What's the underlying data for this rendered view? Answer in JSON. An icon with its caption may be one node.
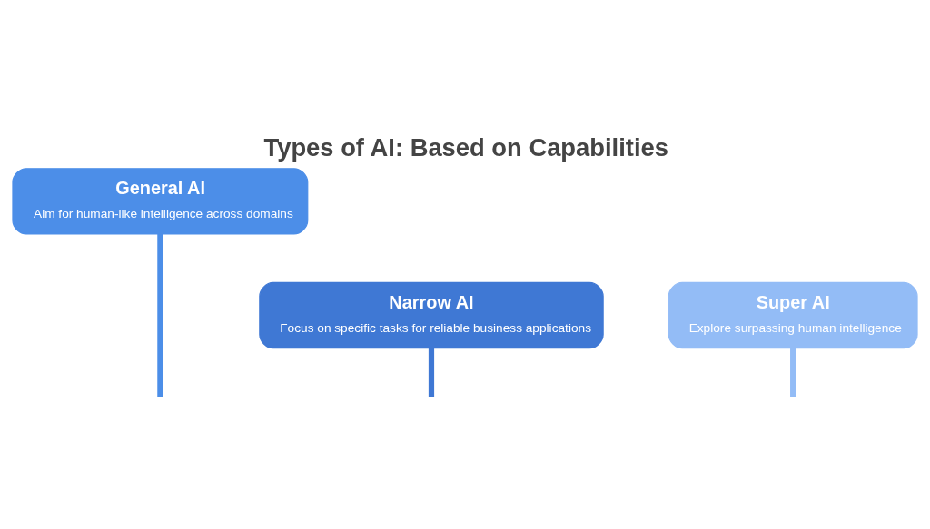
{
  "diagram": {
    "title": "Types of AI: Based on Capabilities",
    "nodes": [
      {
        "text": [
          "General AI",
          "Aim for human-like intelligence across domains"
        ]
      },
      {
        "text": [
          "Narrow AI",
          "Focus on specific tasks for reliable business applications"
        ]
      },
      {
        "text": [
          "Super AI",
          "Explore surpassing human intelligence"
        ]
      }
    ],
    "edges": [
      {
        "from": 1,
        "to": null,
        "arrow": "none",
        "color": "#3f78d4"
      },
      {
        "from": 0,
        "to": null,
        "arrow": "none",
        "color": "#4c8ee8"
      },
      {
        "from": 2,
        "to": null,
        "arrow": "none",
        "color": "#93bcf6"
      }
    ]
  }
}
